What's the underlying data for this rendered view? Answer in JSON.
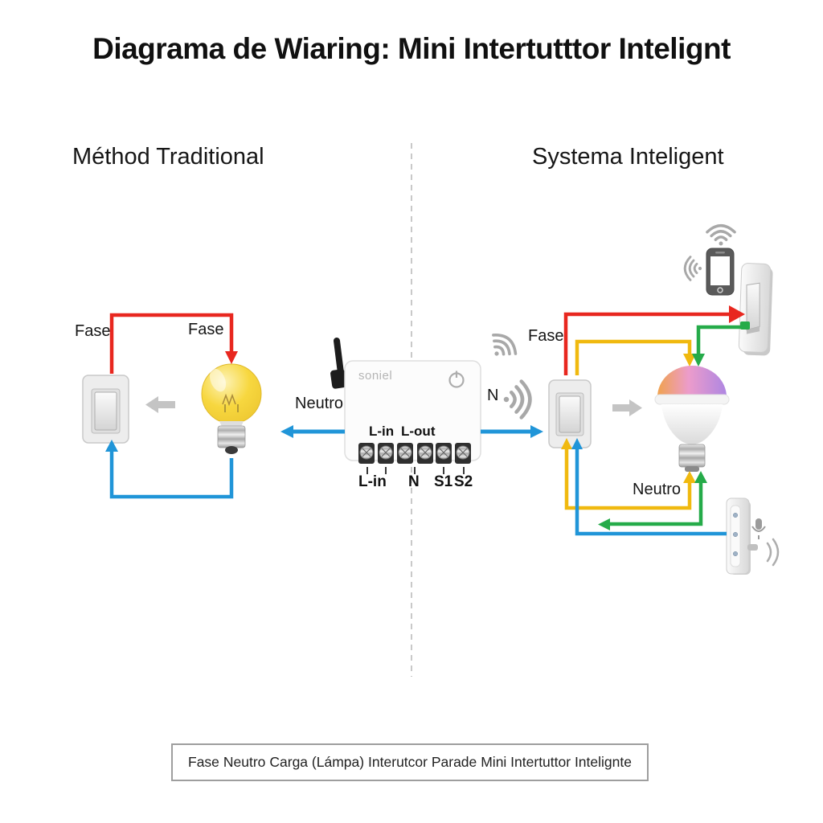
{
  "title": "Diagrama de Wiaring: Mini Intertutttor Intelignt",
  "left_section": {
    "heading": "Méthod Traditional",
    "fase_label_switch": "Fase",
    "fase_label_bulb": "Fase"
  },
  "center": {
    "neutro_label": "Neutro",
    "n_label": "N",
    "device": {
      "brand": "soniel",
      "label_l_in_top": "L-in",
      "label_l_out_top": "L-out",
      "terminal_l_in": "L-in",
      "terminal_n": "N",
      "terminal_s1": "S1",
      "terminal_s2": "S2"
    }
  },
  "right_section": {
    "heading": "Systema Inteligent",
    "fase_label": "Fase",
    "neutro_label": "Neutro"
  },
  "legend": {
    "items": [
      "Fase",
      "Neutro",
      "Carga (Lámpa)",
      "Interutcor Parade",
      "Mini Intertuttor Intelignte"
    ]
  },
  "colors": {
    "fase": "#e8271f",
    "neutro": "#2095d8",
    "carga": "#f0b90f",
    "smart": "#25ab49",
    "arrow": "#c4c4c4",
    "divider": "#c9c9c9",
    "ink": "#161616",
    "brand": "#b5b5b5"
  }
}
